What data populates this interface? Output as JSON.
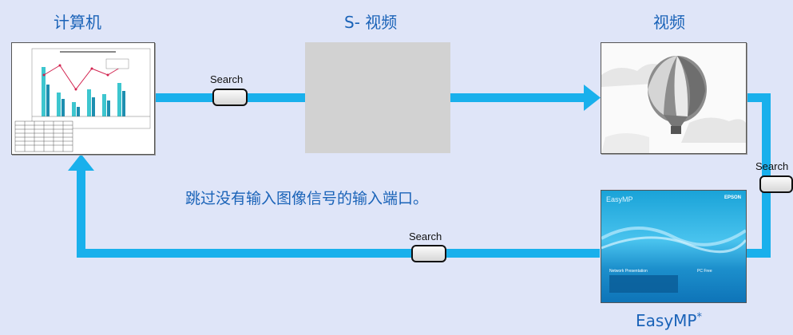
{
  "sources": {
    "computer": "计算机",
    "svideo": "S- 视频",
    "video": "视频",
    "easymp": "EasyMP",
    "easymp_mark": "*"
  },
  "search_label": "Search",
  "caption": "跳过没有输入图像信号的输入端口。",
  "easymp_screen": {
    "title": "EasyMP",
    "brand": "EPSON",
    "network": "Network Presentation",
    "pcfree": "PC Free"
  },
  "colors": {
    "arrow": "#19b0ec",
    "label": "#1a63b8",
    "background": "#dfe5f8"
  }
}
